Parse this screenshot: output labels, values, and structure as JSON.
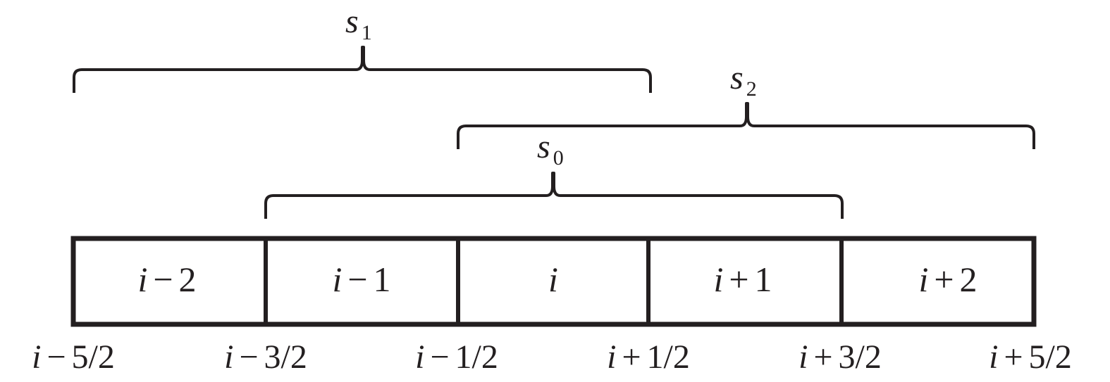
{
  "stencils": [
    {
      "letter": "s",
      "subscript": "1"
    },
    {
      "letter": "s",
      "subscript": "2"
    },
    {
      "letter": "s",
      "subscript": "0"
    }
  ],
  "cells": [
    {
      "variable": "i",
      "operator": "−",
      "offset": "2"
    },
    {
      "variable": "i",
      "operator": "−",
      "offset": "1"
    },
    {
      "variable": "i",
      "operator": "",
      "offset": ""
    },
    {
      "variable": "i",
      "operator": "+",
      "offset": "1"
    },
    {
      "variable": "i",
      "operator": "+",
      "offset": "2"
    }
  ],
  "interfaces": [
    {
      "variable": "i",
      "operator": "−",
      "offset": "5/2"
    },
    {
      "variable": "i",
      "operator": "−",
      "offset": "3/2"
    },
    {
      "variable": "i",
      "operator": "−",
      "offset": "1/2"
    },
    {
      "variable": "i",
      "operator": "+",
      "offset": "1/2"
    },
    {
      "variable": "i",
      "operator": "+",
      "offset": "3/2"
    },
    {
      "variable": "i",
      "operator": "+",
      "offset": "5/2"
    }
  ],
  "colors": {
    "ink": "#231f20",
    "background": "#ffffff"
  }
}
